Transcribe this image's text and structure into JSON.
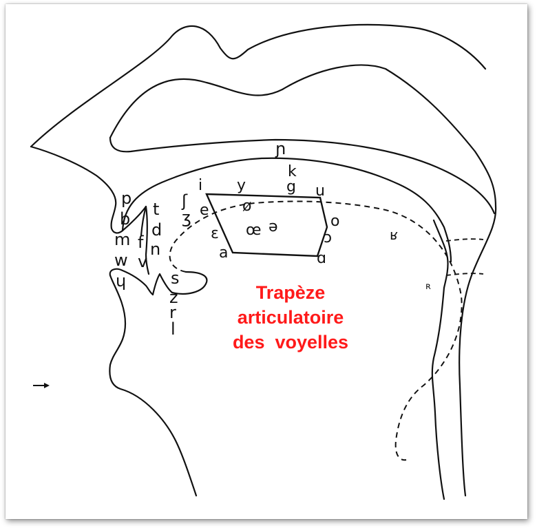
{
  "title": {
    "line1": "Trapèze",
    "line2": "articulatoire",
    "line3": "des  voyelles",
    "color": "#ff1a1a"
  },
  "vowels": {
    "i": "i",
    "y": "y",
    "u": "u",
    "e": "e",
    "oe_front": "ø",
    "o": "o",
    "epsilon": "ɛ",
    "ae": "œ",
    "schwa": "ə",
    "open_o": "ɔ",
    "a": "a",
    "alpha": "ɑ"
  },
  "consonants": {
    "p": "p",
    "b": "b",
    "m": "m",
    "w": "w",
    "turned_h": "ɥ",
    "t": "t",
    "d": "d",
    "n": "n",
    "f": "f",
    "v": "v",
    "esh": "ʃ",
    "ezh": "ʒ",
    "s": "s",
    "z": "z",
    "r": "r",
    "l": "l",
    "palatal_n": "ɲ",
    "k": "k",
    "g": "g",
    "uvular_fric": "ʁ",
    "uvular_r": "ʀ"
  }
}
